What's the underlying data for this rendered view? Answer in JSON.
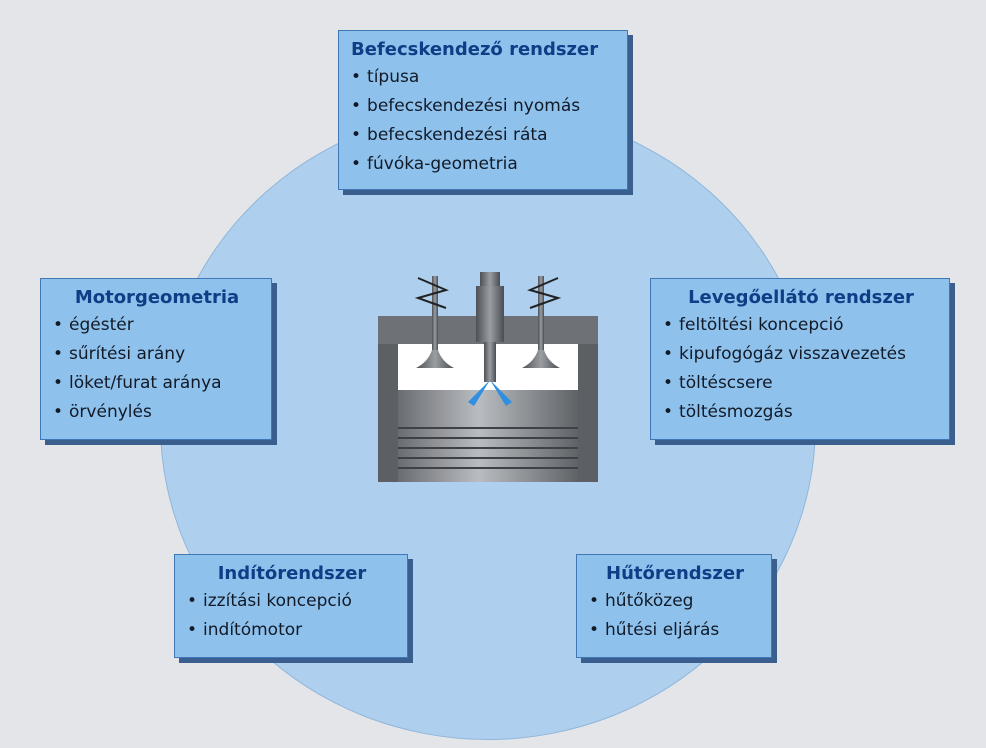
{
  "boxes": {
    "injection": {
      "title": "Befecskendező rendszer",
      "items": [
        "típusa",
        "befecskendezési nyomás",
        "befecskendezési ráta",
        "fúvóka-geometria"
      ]
    },
    "geometry": {
      "title": "Motorgeometria",
      "items": [
        "égéstér",
        "sűrítési arány",
        "löket/furat aránya",
        "örvénylés"
      ]
    },
    "air": {
      "title": "Levegőellátó rendszer",
      "items": [
        "feltöltési koncepció",
        "kipufogógáz visszavezetés",
        "töltéscsere",
        "töltésmozgás"
      ]
    },
    "starter": {
      "title": "Indítórendszer",
      "items": [
        "izzítási koncepció",
        "indítómotor"
      ]
    },
    "cooling": {
      "title": "Hűtőrendszer",
      "items": [
        "hűtőközeg",
        "hűtési eljárás"
      ]
    }
  },
  "colors": {
    "circle": "#aed0ee",
    "box": "#8ec2ec",
    "title": "#0f3d86",
    "spray": "#2f8fe0"
  },
  "icons": {
    "center": "engine-cylinder-icon"
  }
}
